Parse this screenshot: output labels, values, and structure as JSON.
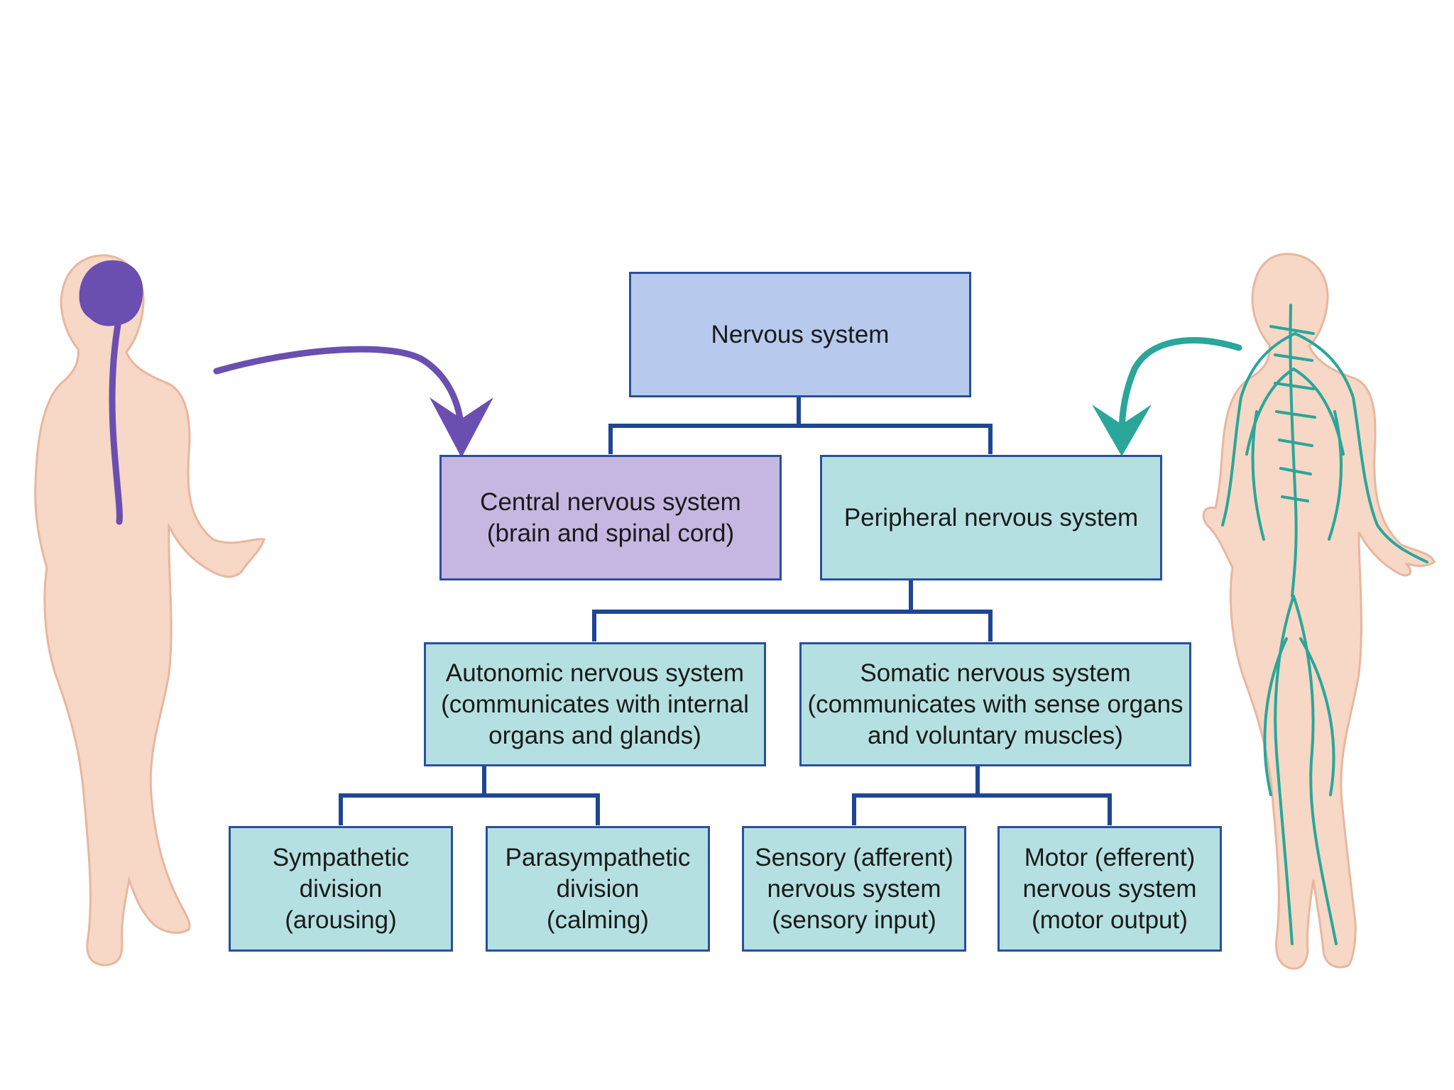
{
  "colors": {
    "connector": "#1f4694",
    "border": "#2a4f9c",
    "root_fill": "#b7c9ec",
    "cns_fill": "#c6b7e2",
    "pns_fill": "#b5e0e1",
    "skin": "#f7d7c5",
    "skin_outline": "#e7b79e",
    "cns_highlight": "#6a4fb0",
    "pns_highlight": "#2aa69a"
  },
  "nodes": {
    "root": {
      "label": "Nervous system"
    },
    "cns": {
      "label": "Central nervous system",
      "sub": "(brain and spinal cord)"
    },
    "pns": {
      "label": "Peripheral nervous system"
    },
    "autonomic": {
      "label": "Autonomic nervous system",
      "sub": "(communicates with internal\norgans and glands)"
    },
    "somatic": {
      "label": "Somatic nervous system",
      "sub": "(communicates with sense organs\nand voluntary muscles)"
    },
    "sympathetic": {
      "label": "Sympathetic\ndivision",
      "sub": "(arousing)"
    },
    "parasympathetic": {
      "label": "Parasympathetic\ndivision",
      "sub": "(calming)"
    },
    "sensory": {
      "label": "Sensory (afferent)\nnervous system",
      "sub": "(sensory input)"
    },
    "motor": {
      "label": "Motor (efferent)\nnervous system",
      "sub": "(motor output)"
    }
  }
}
